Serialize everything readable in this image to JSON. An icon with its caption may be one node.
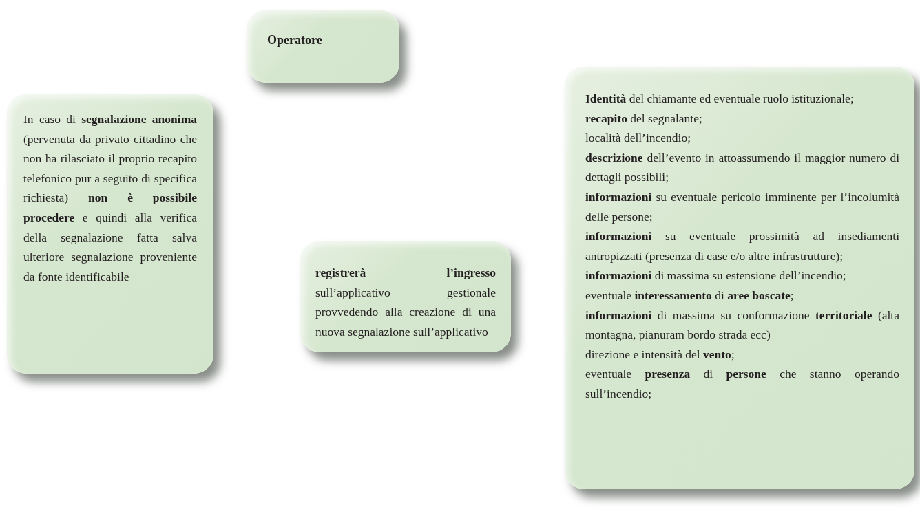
{
  "diagram": {
    "nodes": [
      {
        "text": [
          "Operatore"
        ]
      },
      {
        "text": [
          "In caso di **segnalazione anonima** (pervenuta da privato cittadino che non ha rilasciato il proprio recapito telefonico pur a seguito di specifica richiesta) **non è possibile procedere** e quindi alla verifica della segnalazione fatta salva ulteriore segnalazione proveniente da fonte identificabile"
        ]
      },
      {
        "text": [
          "**registrerà l’ingresso** sull’applicativo gestionale provvedendo alla creazione di una nuova segnalazione sull’applicativo"
        ]
      },
      {
        "text": [
          "**Identità** del chiamante ed eventuale ruolo istituzionale;",
          "**recapito** del segnalante;",
          "località dell’incendio;",
          "**descrizione** dell’evento in attoassumendo il maggior numero di dettagli possibili;",
          "**informazioni** su eventuale pericolo imminente per l’incolumità delle persone;",
          "**informazioni** su eventuale prossimità ad insediamenti antropizzati (presenza di case e/o altre infrastrutture);",
          "**informazioni** di massima su estensione dell’incendio;",
          "eventuale **interessamento** di **aree boscate**;",
          "**informazioni** di massima su conformazione **territoriale** (alta montagna, pianuram bordo strada ecc)",
          "direzione e intensità del **vento**;",
          "eventuale **presenza** di **persone** che stanno operando sull’incendio;"
        ]
      }
    ]
  }
}
